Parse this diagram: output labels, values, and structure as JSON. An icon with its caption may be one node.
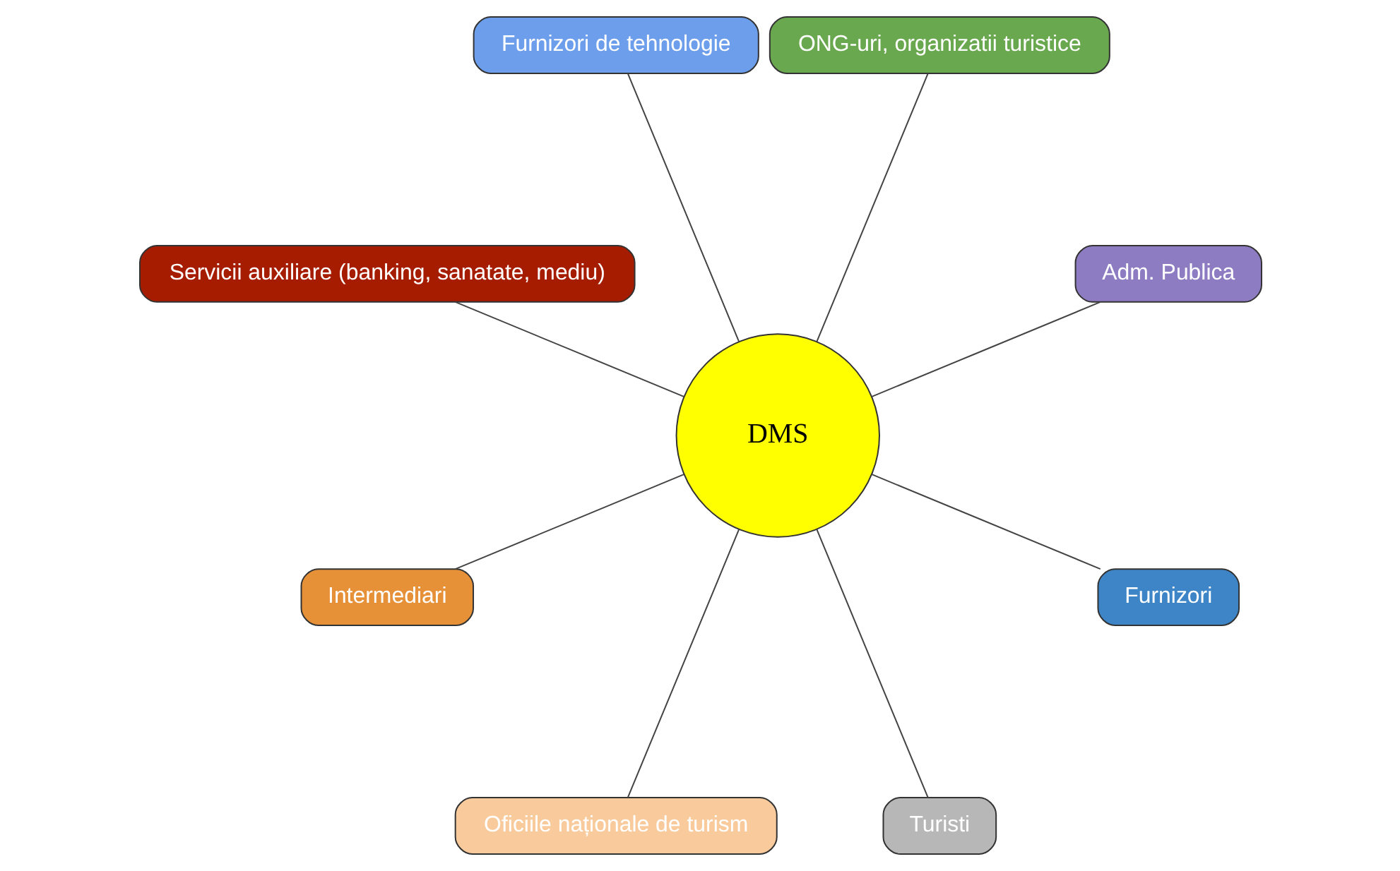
{
  "diagram": {
    "nodes": [
      {
        "text": [
          "Adm. Publica"
        ]
      },
      {
        "text": [
          "ONG-uri, organizatii turistice"
        ]
      },
      {
        "text": [
          "Furnizori de tehnologie"
        ]
      },
      {
        "text": [
          "Servicii auxiliare (banking, sanatate, mediu)"
        ]
      },
      {
        "text": [
          "Intermediari"
        ]
      },
      {
        "text": [
          "DMS"
        ]
      },
      {
        "text": [
          "Oficiile naționale de turism"
        ]
      },
      {
        "text": [
          "Turisti"
        ]
      },
      {
        "text": [
          "Furnizori"
        ]
      }
    ],
    "edges": [
      {
        "from": 5,
        "to": 0,
        "arrow": "none"
      },
      {
        "from": 5,
        "to": 2,
        "arrow": "none"
      },
      {
        "from": 5,
        "to": 4,
        "arrow": "none"
      },
      {
        "from": 5,
        "to": 7,
        "arrow": "none"
      },
      {
        "from": 5,
        "to": 8,
        "arrow": "none"
      },
      {
        "from": 5,
        "to": 6,
        "arrow": "none"
      },
      {
        "from": 5,
        "to": 3,
        "arrow": "none"
      },
      {
        "from": 5,
        "to": 1,
        "arrow": "none"
      }
    ]
  }
}
